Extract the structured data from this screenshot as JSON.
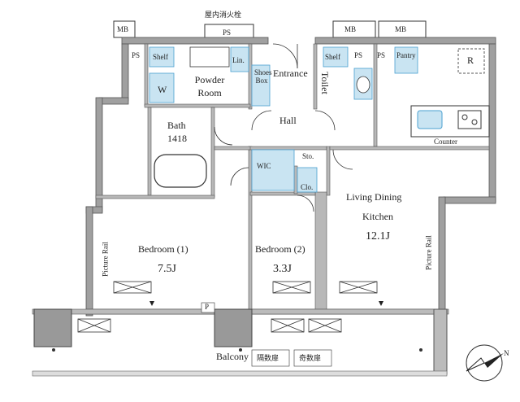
{
  "labels": {
    "fire_hydrant": "屋内消火栓",
    "mb_left": "MB",
    "ps_top": "PS",
    "mb_right_1": "MB",
    "mb_right_2": "MB",
    "ps_left": "PS",
    "shelf_left": "Shelf",
    "lin": "Lin.",
    "shoes_box": "Shoes Box",
    "entrance": "Entrance",
    "toilet": "Toilet",
    "shelf_right": "Shelf",
    "ps_mid": "PS",
    "ps_mid2": "PS",
    "pantry": "Pantry",
    "r_mark": "R",
    "powder_room": "Powder Room",
    "w_mark": "W",
    "bath": "Bath",
    "bath_size": "1418",
    "hall": "Hall",
    "wic": "WIC",
    "sto": "Sto.",
    "clo": "Clo.",
    "counter": "Counter",
    "ldk": "Living Dining",
    "ldk_kitchen": "Kitchen",
    "ldk_size": "12.1J",
    "bedroom1": "Bedroom (1)",
    "bedroom1_size": "7.5J",
    "bedroom2": "Bedroom (2)",
    "bedroom2_size": "3.3J",
    "picture_rail_left": "Picture Rail",
    "picture_rail_right": "Picture Rail",
    "p_mark": "P",
    "balcony": "Balcony",
    "partition_1": "隔数扉",
    "partition_2": "奇数扉",
    "north_mark": "N"
  },
  "colors": {
    "wall": "#9a9a9a",
    "wall_dark": "#555555",
    "line": "#333333",
    "fixture_blue": "#c9e4f2",
    "fixture_line": "#4aa0d0"
  }
}
